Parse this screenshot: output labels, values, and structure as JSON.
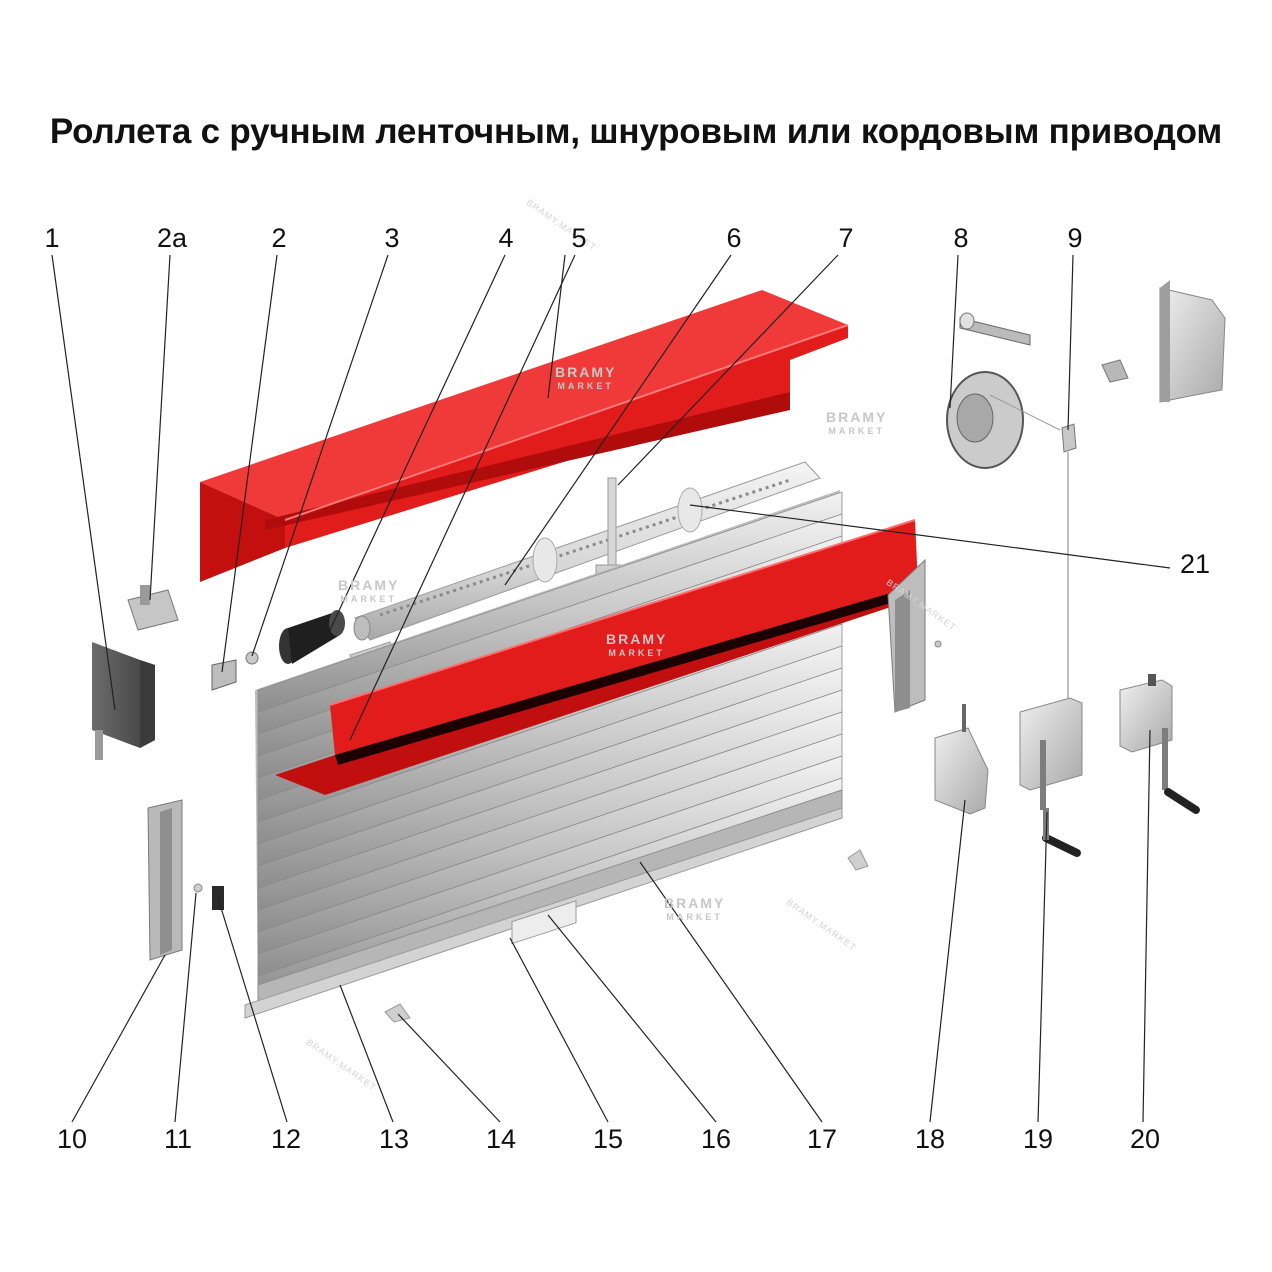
{
  "title": "Роллета с ручным ленточным, шнуровым или кордовым приводом",
  "watermark": {
    "brand": "BRAMY",
    "sub": "MARKET",
    "diagonal": "BRAMY.MARKET"
  },
  "colors": {
    "box_red": "#e21b1b",
    "slat_grey": "#c9c9c9",
    "metal_dark": "#555555",
    "leader_line": "#222222"
  },
  "callouts_top": [
    "1",
    "2a",
    "2",
    "3",
    "4",
    "5",
    "6",
    "7",
    "8",
    "9"
  ],
  "callout_right": "21",
  "callouts_bottom": [
    "10",
    "11",
    "12",
    "13",
    "14",
    "15",
    "16",
    "17",
    "18",
    "19",
    "20"
  ]
}
